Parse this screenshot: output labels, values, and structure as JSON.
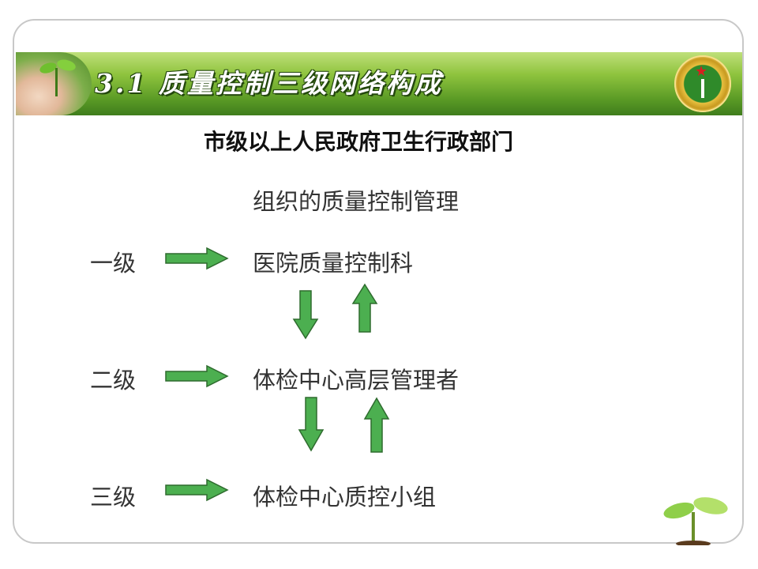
{
  "title": "3.1 质量控制三级网络构成",
  "top_label": "市级以上人民政府卫生行政部门",
  "org_label": "组织的质量控制管理",
  "levels": [
    {
      "level": "一级",
      "unit": "医院质量控制科"
    },
    {
      "level": "二级",
      "unit": "体检中心高层管理者"
    },
    {
      "level": "三级",
      "unit": "体检中心质控小组"
    }
  ],
  "colors": {
    "arrow_fill": "#4caf50",
    "arrow_stroke": "#2e6b2e",
    "header_green": "#5a9a25"
  },
  "icons": {
    "header_photo": "sprout-in-hand-icon",
    "emblem": "hospital-emblem-icon",
    "corner_deco": "sprout-icon"
  }
}
